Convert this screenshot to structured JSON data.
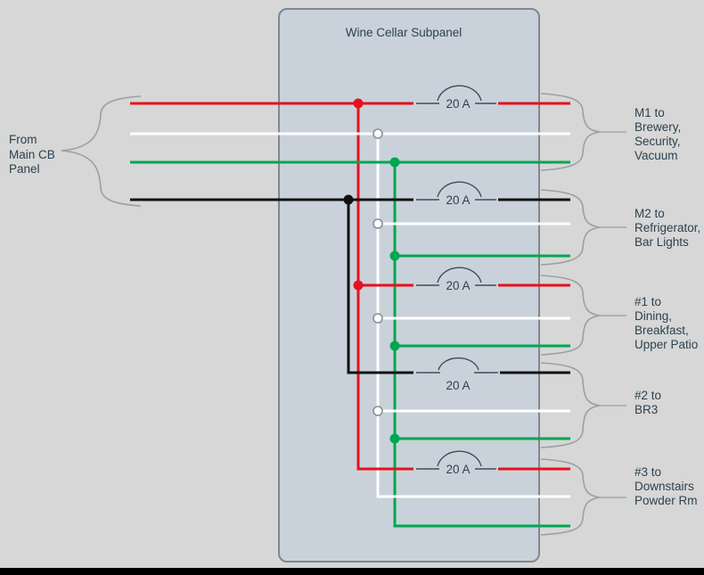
{
  "title": "Wine Cellar Subpanel",
  "source": {
    "lines": [
      "From",
      "Main CB",
      "Panel"
    ]
  },
  "circuits": [
    {
      "id": "M1",
      "breaker_rating": "20 A",
      "hot_wire": "red",
      "label_lines": [
        "M1 to",
        "Brewery,",
        "Security,",
        "Vacuum"
      ]
    },
    {
      "id": "M2",
      "breaker_rating": "20 A",
      "hot_wire": "black",
      "label_lines": [
        "M2 to",
        "Refrigerator,",
        "Bar Lights"
      ]
    },
    {
      "id": "#1",
      "breaker_rating": "20 A",
      "hot_wire": "red",
      "label_lines": [
        "#1 to",
        "Dining,",
        "Breakfast,",
        "Upper Patio"
      ]
    },
    {
      "id": "#2",
      "breaker_rating": "20 A",
      "hot_wire": "black",
      "label_lines": [
        "#2 to",
        "BR3"
      ]
    },
    {
      "id": "#3",
      "breaker_rating": "20 A",
      "hot_wire": "red",
      "label_lines": [
        "#3 to",
        "Downstairs",
        "Powder Rm"
      ]
    }
  ],
  "colors": {
    "bg": "#d6d7d6",
    "panel_fill": "#c9d2da",
    "panel_border": "#7f888e",
    "wire_red": "#e8101e",
    "wire_black": "#111111",
    "wire_white": "#ffffff",
    "wire_green": "#00a651",
    "ink": "#2d4150",
    "breaker_ink": "#3c4e59",
    "brace": "#9aa0a3",
    "bottom_bar": "#000000"
  }
}
